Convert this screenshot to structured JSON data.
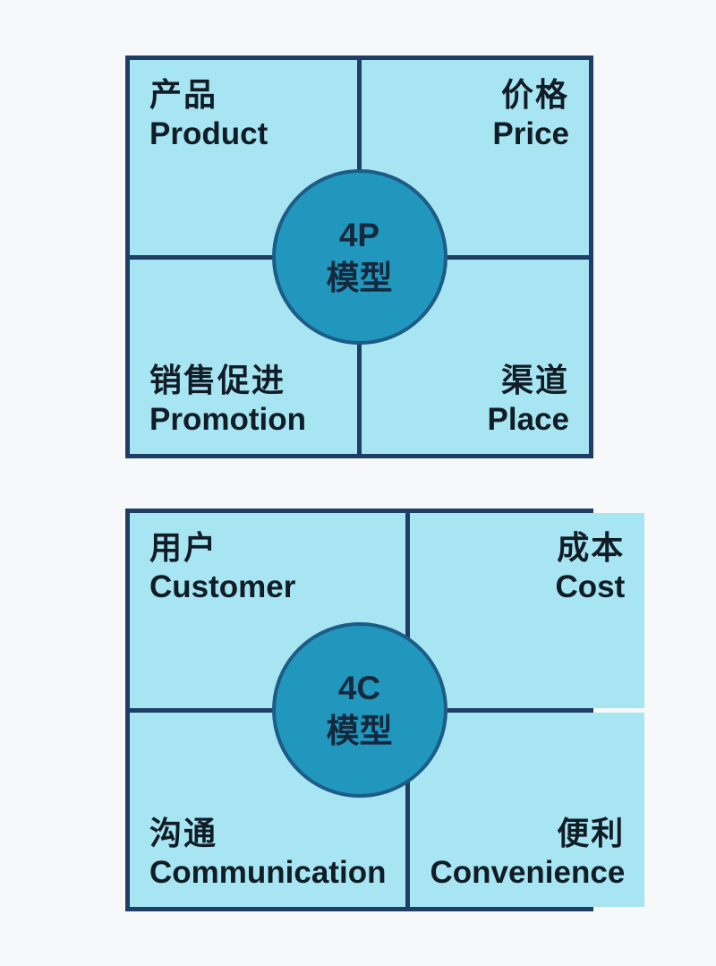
{
  "page": {
    "background": "#f6f8f9"
  },
  "colors": {
    "quadrant_bg": "#a6e5f1",
    "frame_border": "#1e3f63",
    "circle_fill": "#2197bd",
    "circle_border": "#1c5c86",
    "label_text": "#101c26",
    "circle_text": "#14293d"
  },
  "diagrams": [
    {
      "id": "4p-model",
      "center": {
        "line1": "4P",
        "line2": "模型"
      },
      "quadrants": {
        "top_left": {
          "zh": "产品",
          "en": "Product"
        },
        "top_right": {
          "zh": "价格",
          "en": "Price"
        },
        "bottom_left": {
          "zh": "销售促进",
          "en": "Promotion"
        },
        "bottom_right": {
          "zh": "渠道",
          "en": "Place"
        }
      }
    },
    {
      "id": "4c-model",
      "center": {
        "line1": "4C",
        "line2": "模型"
      },
      "quadrants": {
        "top_left": {
          "zh": "用户",
          "en": "Customer"
        },
        "top_right": {
          "zh": "成本",
          "en": "Cost"
        },
        "bottom_left": {
          "zh": "沟通",
          "en": "Communication"
        },
        "bottom_right": {
          "zh": "便利",
          "en": "Convenience"
        }
      }
    }
  ]
}
